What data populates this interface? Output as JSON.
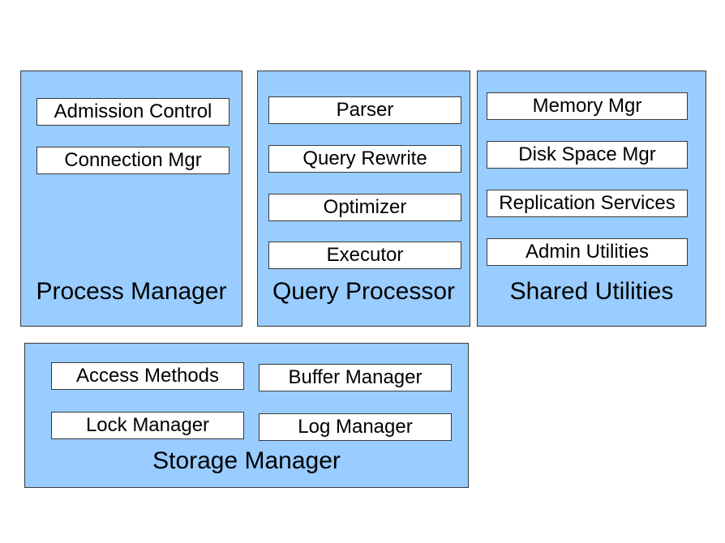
{
  "colors": {
    "panel_fill": "#99ccff",
    "box_fill": "#ffffff",
    "border": "#3a3a3a",
    "text": "#000000"
  },
  "process_manager": {
    "title": "Process Manager",
    "components": [
      "Admission Control",
      "Connection Mgr"
    ]
  },
  "query_processor": {
    "title": "Query Processor",
    "components": [
      "Parser",
      "Query Rewrite",
      "Optimizer",
      "Executor"
    ]
  },
  "shared_utilities": {
    "title": "Shared Utilities",
    "components": [
      "Memory Mgr",
      "Disk Space Mgr",
      "Replication Services",
      "Admin Utilities"
    ]
  },
  "storage_manager": {
    "title": "Storage Manager",
    "components": [
      "Access Methods",
      "Buffer Manager",
      "Lock Manager",
      "Log Manager"
    ]
  }
}
